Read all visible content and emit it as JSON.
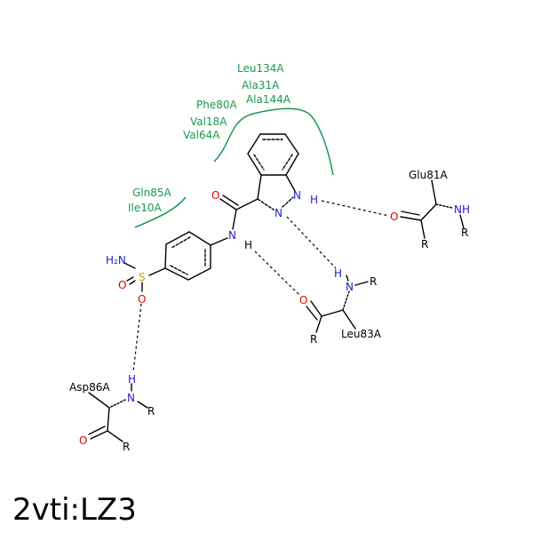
{
  "title": "2vti:LZ3",
  "colors": {
    "residue": "#1a9850",
    "nitrogen": "#1f1fd0",
    "oxygen": "#e00000",
    "sulfur": "#c9a400",
    "bond": "#000000"
  },
  "residues": {
    "leu134": "Leu134A",
    "ala31": "Ala31A",
    "ala144": "Ala144A",
    "phe80": "Phe80A",
    "val18": "Val18A",
    "val64": "Val64A",
    "gln85": "Gln85A",
    "ile10": "Ile10A",
    "glu81": "Glu81A",
    "leu83": "Leu83A",
    "asp86": "Asp86A"
  },
  "atoms": {
    "o_amide": "O",
    "nh_amide_n": "N",
    "nh_amide_h": "H",
    "indazole_n1": "N",
    "indazole_h1": "H",
    "indazole_n2": "N",
    "nh2": "H₂N",
    "s": "S",
    "o_s1": "O",
    "o_s2": "O",
    "glu81_o": "O",
    "glu81_nh": "NH",
    "glu81_r1": "R",
    "glu81_r2": "R",
    "leu83_h": "H",
    "leu83_n": "N",
    "leu83_r1": "R",
    "leu83_o": "O",
    "leu83_r2": "R",
    "asp86_h": "H",
    "asp86_n": "N",
    "asp86_r1": "R",
    "asp86_o": "O",
    "asp86_r2": "R"
  }
}
